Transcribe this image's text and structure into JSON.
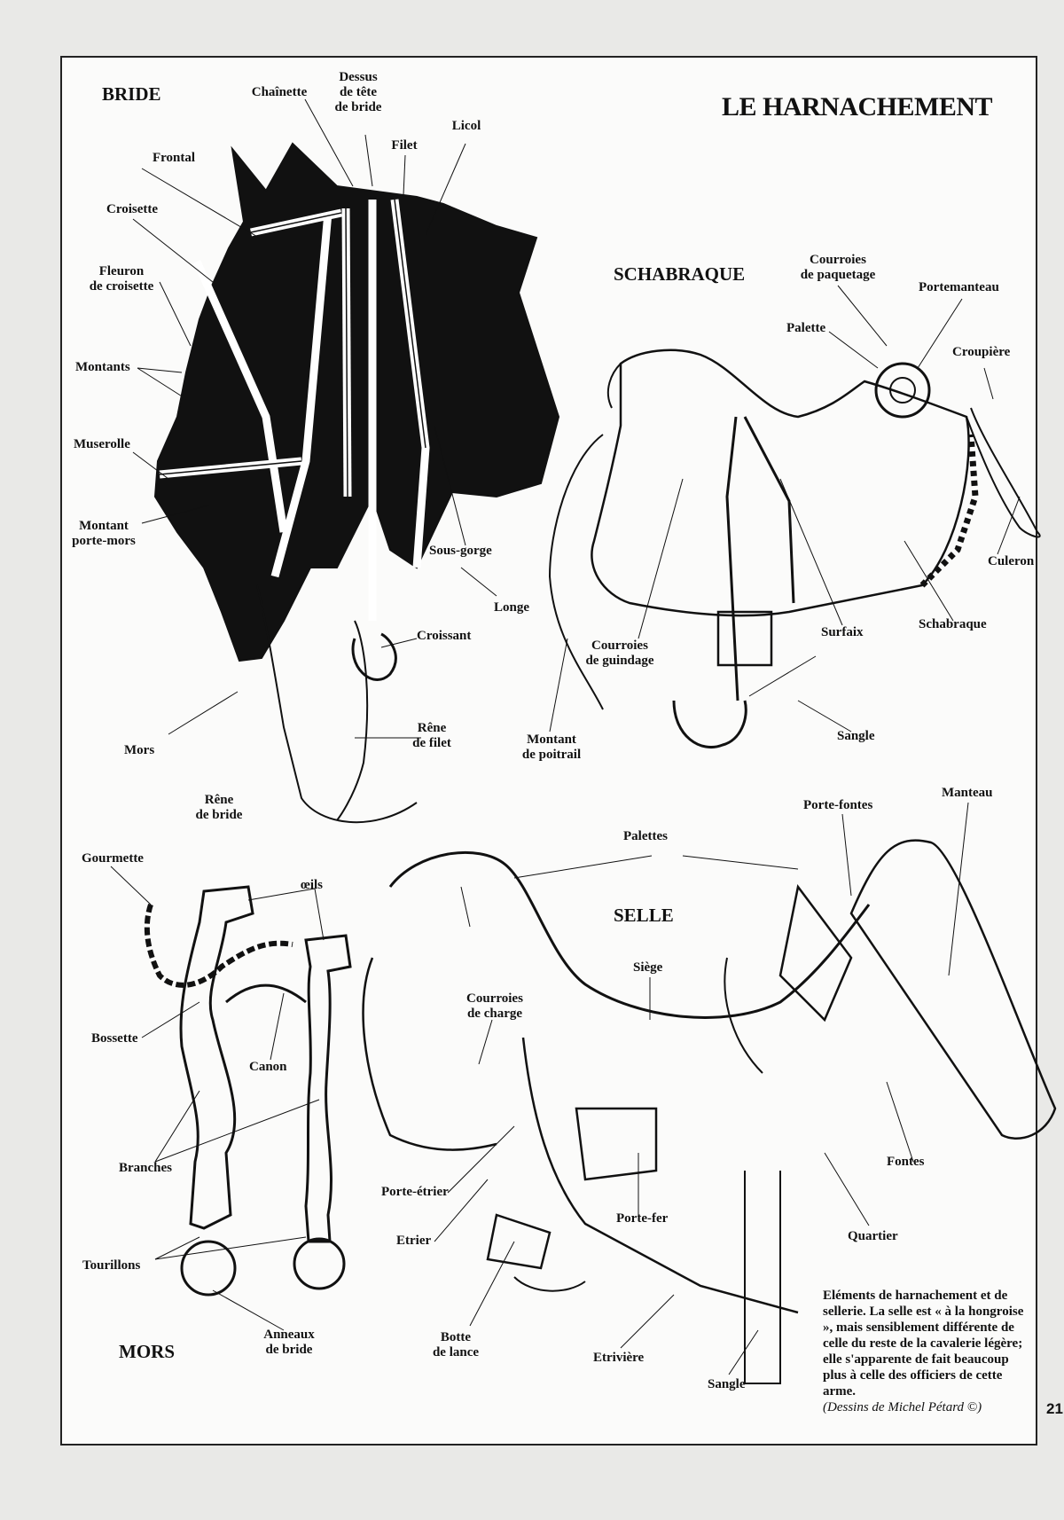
{
  "title": "LE HARNACHEMENT",
  "sections": {
    "bride": "BRIDE",
    "schabraque": "SCHABRAQUE",
    "selle": "SELLE",
    "mors": "MORS"
  },
  "labels": {
    "bride": {
      "chainette": "Chaînette",
      "dessus_de_tete": "Dessus\nde tête\nde bride",
      "licol": "Licol",
      "filet": "Filet",
      "frontal": "Frontal",
      "croisette": "Croisette",
      "fleuron": "Fleuron\nde croisette",
      "montants": "Montants",
      "muserolle": "Muserolle",
      "montant_porte_mors": "Montant\nporte-mors",
      "sous_gorge": "Sous-gorge",
      "longe": "Longe",
      "croissant": "Croissant",
      "rene_de_filet": "Rêne\nde filet",
      "mors": "Mors",
      "rene_de_bride": "Rêne\nde bride"
    },
    "schabraque": {
      "courroies_paquetage": "Courroies\nde paquetage",
      "portemanteau": "Portemanteau",
      "palette": "Palette",
      "croupiere": "Croupière",
      "culeron": "Culeron",
      "schabraque": "Schabraque",
      "surfaix": "Surfaix",
      "courroies_guindage": "Courroies\nde guindage",
      "montant_poitrail": "Montant\nde poitrail",
      "sangle": "Sangle"
    },
    "selle": {
      "porte_fontes": "Porte-fontes",
      "manteau": "Manteau",
      "palettes": "Palettes",
      "siege": "Siège",
      "courroies_charge": "Courroies\nde charge",
      "porte_etrier": "Porte-étrier",
      "etrier": "Etrier",
      "porte_fer": "Porte-fer",
      "fontes": "Fontes",
      "quartier": "Quartier",
      "botte_de_lance": "Botte\nde lance",
      "etriviere": "Etrivière",
      "sangle": "Sangle"
    },
    "mors": {
      "gourmette": "Gourmette",
      "oeils": "œils",
      "bossette": "Bossette",
      "canon": "Canon",
      "branches": "Branches",
      "tourillons": "Tourillons",
      "anneaux_de_bride": "Anneaux\nde bride"
    }
  },
  "caption": {
    "text": "Eléments de harnachement et de sellerie. La selle est « à la hongroise », mais sensiblement différente de celle du reste de la cavalerie légère; elle s'apparente de fait beaucoup plus à celle des officiers de cette arme.",
    "credit": "(Dessins de Michel Pétard ©)"
  },
  "page_number": "21",
  "colors": {
    "ink": "#111111",
    "paper": "#fbfbfa",
    "margin": "#e9e9e7"
  }
}
